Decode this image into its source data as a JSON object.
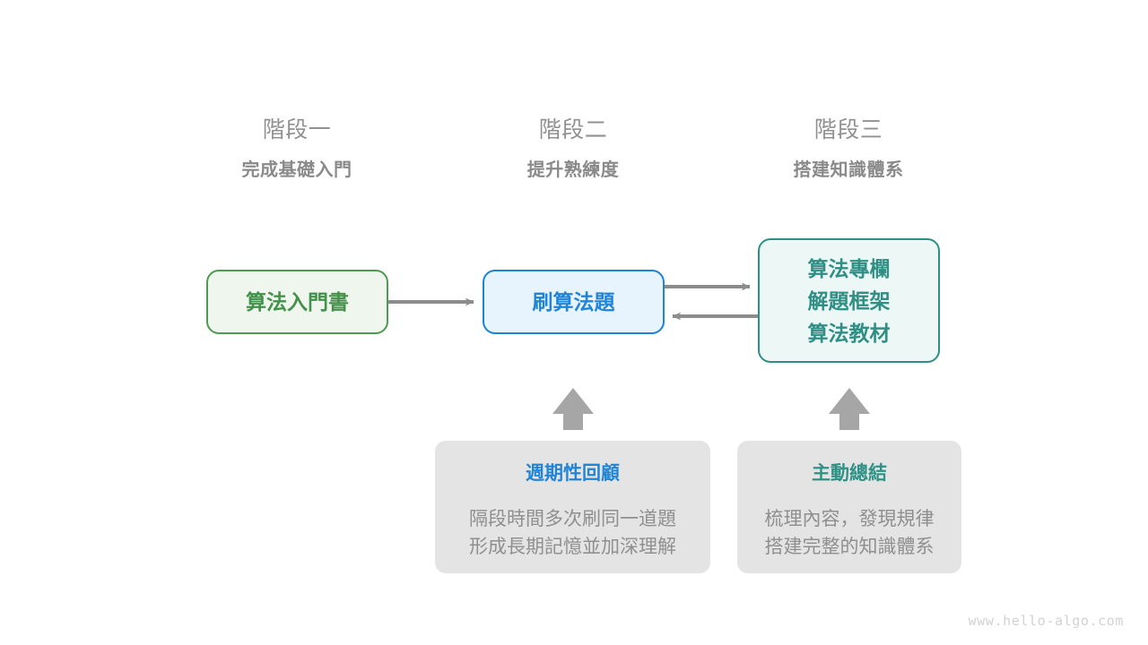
{
  "page": {
    "watermark": "www.hello-algo.com",
    "background": "#ffffff"
  },
  "colors": {
    "green": "#43914a",
    "blue": "#2185d7",
    "teal": "#2f8f85",
    "grey_text": "#8f8f8f",
    "grey_card": "#e4e4e4",
    "arrow": "#8c8c8c"
  },
  "stages": [
    {
      "title": "階段一",
      "subtitle": "完成基礎入門"
    },
    {
      "title": "階段二",
      "subtitle": "提升熟練度"
    },
    {
      "title": "階段三",
      "subtitle": "搭建知識體系"
    }
  ],
  "nodes": [
    {
      "id": "book",
      "lines": [
        "算法入門書"
      ],
      "accent": "#43914a"
    },
    {
      "id": "practice",
      "lines": [
        "刷算法題"
      ],
      "accent": "#2185d7"
    },
    {
      "id": "deepen",
      "lines": [
        "算法專欄",
        "解題框架",
        "算法教材"
      ],
      "accent": "#2f8f85"
    }
  ],
  "cards": [
    {
      "id": "review",
      "title": "週期性回顧",
      "title_color": "#2185d7",
      "body": [
        "隔段時間多次刷同一道題",
        "形成長期記憶並加深理解"
      ]
    },
    {
      "id": "summary",
      "title": "主動總結",
      "title_color": "#2f9287",
      "body": [
        "梳理內容，發現規律",
        "搭建完整的知識體系"
      ]
    }
  ],
  "arrows": [
    {
      "id": "book-to-practice",
      "kind": "line-arrow",
      "direction": "right"
    },
    {
      "id": "practice-to-deepen",
      "kind": "line-arrow",
      "direction": "right"
    },
    {
      "id": "deepen-to-practice",
      "kind": "line-arrow",
      "direction": "left"
    },
    {
      "id": "review-up",
      "kind": "block-arrow",
      "direction": "up"
    },
    {
      "id": "summary-up",
      "kind": "block-arrow",
      "direction": "up"
    }
  ]
}
